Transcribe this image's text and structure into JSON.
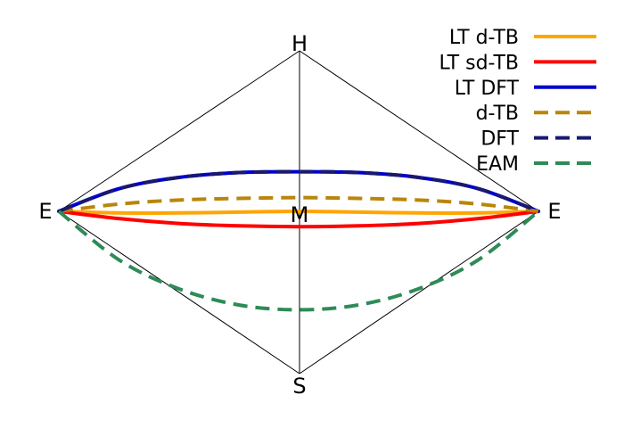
{
  "chart_data": {
    "type": "line",
    "title": "",
    "xlabel": "",
    "ylabel": "",
    "vertices": {
      "left": "E",
      "right": "E",
      "top": "H",
      "bottom": "S",
      "center": "M"
    },
    "legend_position": "top-right",
    "series": [
      {
        "name": "LT d-TB",
        "color": "#FFA500",
        "dash": "solid",
        "x": [
          0,
          0.125,
          0.25,
          0.375,
          0.5,
          0.625,
          0.75,
          0.875,
          1
        ],
        "y": [
          0,
          -0.01,
          -0.01,
          -0.005,
          0.0,
          -0.005,
          -0.01,
          -0.01,
          0
        ]
      },
      {
        "name": "LT sd-TB",
        "color": "#FF0000",
        "dash": "solid",
        "x": [
          0,
          0.125,
          0.25,
          0.375,
          0.5,
          0.625,
          0.75,
          0.875,
          1
        ],
        "y": [
          0,
          -0.045,
          -0.075,
          -0.09,
          -0.095,
          -0.09,
          -0.075,
          -0.045,
          0
        ]
      },
      {
        "name": "LT DFT",
        "color": "#0000CC",
        "dash": "solid",
        "x": [
          0,
          0.125,
          0.25,
          0.375,
          0.5,
          0.625,
          0.75,
          0.875,
          1
        ],
        "y": [
          0,
          0.14,
          0.21,
          0.24,
          0.245,
          0.24,
          0.21,
          0.14,
          0
        ]
      },
      {
        "name": "d-TB",
        "color": "#B8860B",
        "dash": "dashed",
        "x": [
          0,
          0.125,
          0.25,
          0.375,
          0.5,
          0.625,
          0.75,
          0.875,
          1
        ],
        "y": [
          0,
          0.045,
          0.07,
          0.08,
          0.085,
          0.08,
          0.07,
          0.045,
          0
        ]
      },
      {
        "name": "DFT",
        "color": "#191970",
        "dash": "dashed",
        "x": [
          0,
          0.125,
          0.25,
          0.375,
          0.5,
          0.625,
          0.75,
          0.875,
          1
        ],
        "y": [
          0,
          0.14,
          0.21,
          0.24,
          0.245,
          0.24,
          0.21,
          0.14,
          0
        ]
      },
      {
        "name": "EAM",
        "color": "#2E8B57",
        "dash": "dashed",
        "x": [
          0,
          0.125,
          0.25,
          0.375,
          0.5,
          0.625,
          0.75,
          0.875,
          1
        ],
        "y": [
          0,
          -0.3,
          -0.48,
          -0.58,
          -0.61,
          -0.58,
          -0.48,
          -0.3,
          0
        ]
      }
    ]
  }
}
